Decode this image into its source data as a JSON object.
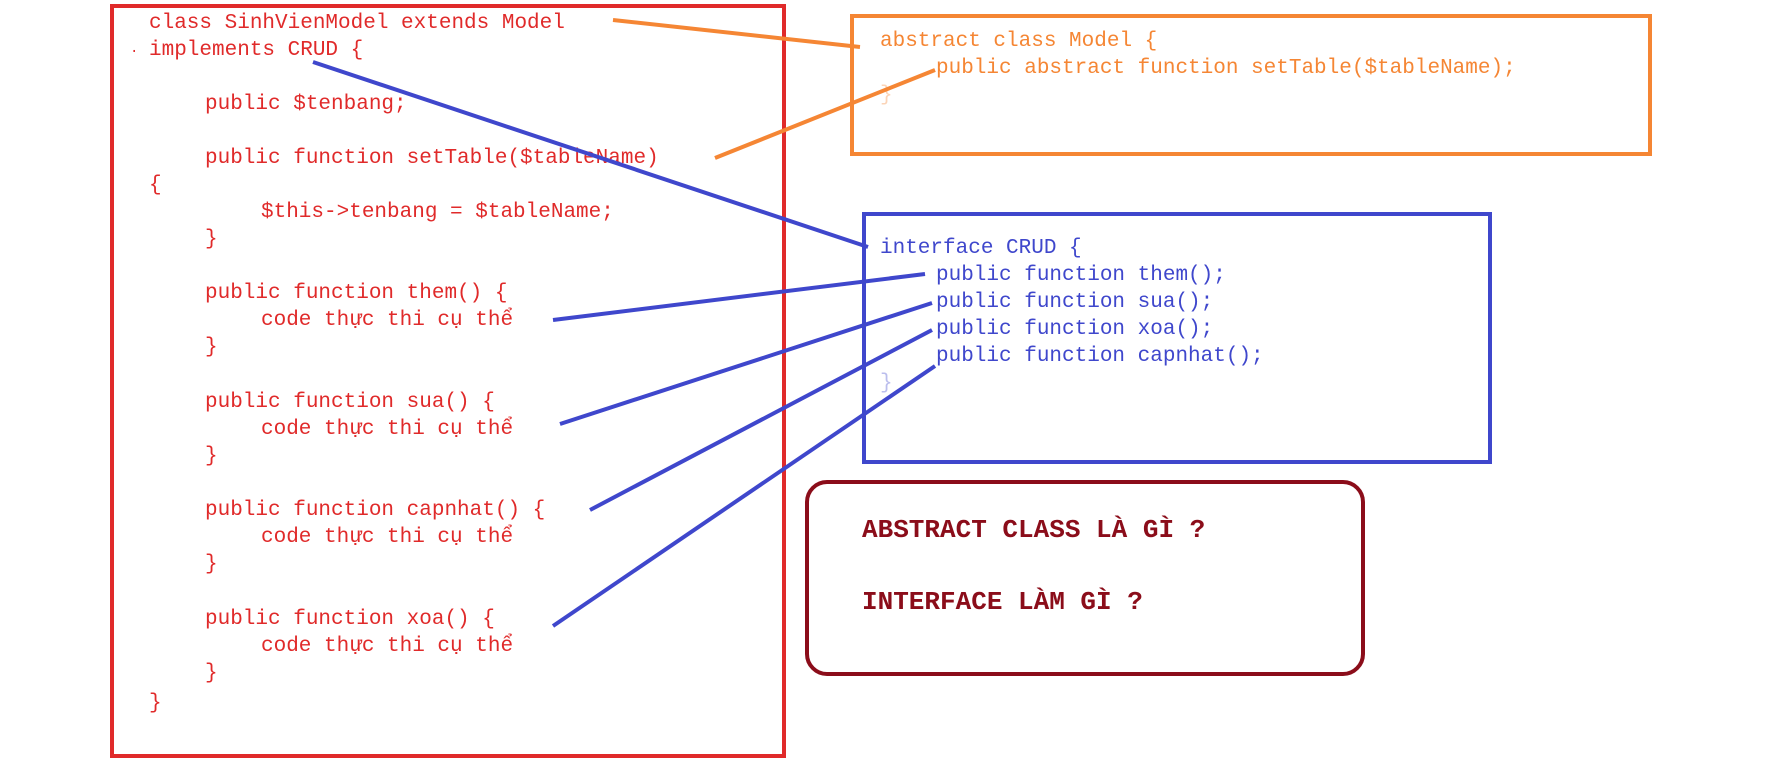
{
  "class_code": {
    "line1": "class SinhVienModel extends Model",
    "dot": ".",
    "line2": "implements CRUD {",
    "prop": "public $tenbang;",
    "settable": "public function setTable($tableName)",
    "open_brace": "{",
    "assign": "$this->tenbang = $tableName;",
    "close_brace": "}",
    "them": "public function them() {",
    "sua": "public function sua() {",
    "capnhat": "public function capnhat() {",
    "xoa": "public function xoa() {",
    "body": "code thực thi cụ thể",
    "final_brace": "}"
  },
  "abstract_code": {
    "line1": "abstract class Model {",
    "line2": "public abstract function setTable($tableName);",
    "close": "}"
  },
  "interface_code": {
    "line1": "interface CRUD {",
    "m1": "public function them();",
    "m2": "public function sua();",
    "m3": "public function xoa();",
    "m4": "public function capnhat();",
    "close": "}"
  },
  "questions": {
    "q1": "ABSTRACT CLASS LÀ GÌ ?",
    "q2": "INTERFACE LÀM GÌ ?"
  },
  "colors": {
    "class": "#e02a2a",
    "abstract": "#f58634",
    "interface": "#3f47cc",
    "question": "#8b0d1a"
  }
}
